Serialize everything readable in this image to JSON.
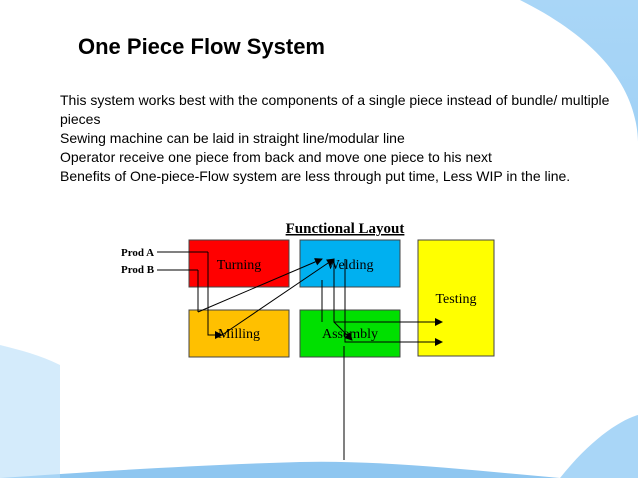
{
  "slide": {
    "title": "One Piece Flow System",
    "paragraphs": [
      "This system works best with the components of a single piece instead of bundle/ multiple pieces",
      "Sewing machine can be laid in straight line/modular line",
      "Operator receive one piece from back and move one piece to his next",
      "Benefits of One-piece-Flow system are less through put time, Less WIP in the line."
    ]
  },
  "diagram": {
    "title": "Functional Layout",
    "inputs": [
      "Prod A",
      "Prod B"
    ],
    "stations": [
      {
        "name": "Turning",
        "color": "#ff0000"
      },
      {
        "name": "Welding",
        "color": "#00b0f0"
      },
      {
        "name": "Testing",
        "color": "#ffff00"
      },
      {
        "name": "Milling",
        "color": "#ffc000"
      },
      {
        "name": "Assembly",
        "color": "#00e000"
      }
    ]
  },
  "colors": {
    "background_blue": "#9fd0f5",
    "background_white": "#ffffff"
  }
}
